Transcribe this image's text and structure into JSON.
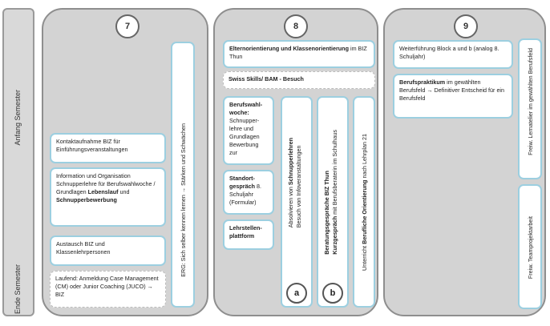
{
  "sidebar": {
    "top_label": "Anfang Semester",
    "bottom_label": "Ende Semester"
  },
  "columns": [
    {
      "number": "7",
      "boxes": [
        {
          "text": "Kontaktaufnahme BIZ für Einführungsveranstaltungen"
        },
        {
          "pre": "Information und Organisation Schnupperlehre für Berufswahlwoche / Grundlagen ",
          "b1": "Lebenslauf",
          "mid": " und ",
          "b2": "Schnupperbewerbung"
        },
        {
          "text": "Austausch BIZ und Klassenlehrpersonen"
        },
        {
          "text": "Laufend: Anmeldung Case Management (CM) oder Junior Coaching (JUCO) → BIZ"
        }
      ],
      "vertical_box": "ERG: Sich selber kennen lernen → Stärken und Schwächen"
    },
    {
      "number": "8",
      "top_box": {
        "b": "Elternorientierung und Klassenorientierung",
        "rest": " im BIZ Thun"
      },
      "dashed_box": "Swiss Skills/ BAM - Besuch",
      "small_boxes": [
        {
          "b": "Berufswahl-woche:",
          "rest": " Schnupper-lehre und Grundlagen Bewerbung zur"
        },
        {
          "b": "Standort-gespräch",
          "rest": " 8. Schuljahr (Formular)"
        },
        {
          "b": "Lehrstellen-plattform",
          "rest": ""
        }
      ],
      "vertical_a": {
        "l1_pre": "Absolvieren von ",
        "l1_b": "Schnupperlehren",
        "l2": "Besuch von Infoveranstaltungen",
        "circle": "a"
      },
      "vertical_b": {
        "l1": "Beratungsgespräche BIZ Thun",
        "l2_b": "Kurzgespräch",
        "l2_rest": " mit Berufsberaterin im Schulhaus",
        "circle": "b"
      },
      "vertical_c": {
        "pre": "Unterricht ",
        "b": "Berufliche Orientierung",
        "rest": " nach Lehrplan 21"
      }
    },
    {
      "number": "9",
      "boxes": [
        {
          "text": "Weiterführung Block a und b (analog 8. Schuljahr)"
        },
        {
          "b": "Berufspraktikum",
          "rest": " im gewählten Berufsfeld → Definitiver Entscheid für ein Berufsfeld"
        }
      ],
      "vertical_top": "Freiw. Lernatelier im gewählten Berufsfeld",
      "vertical_bottom": "Freiw. Teamprojektarbeit"
    }
  ]
}
